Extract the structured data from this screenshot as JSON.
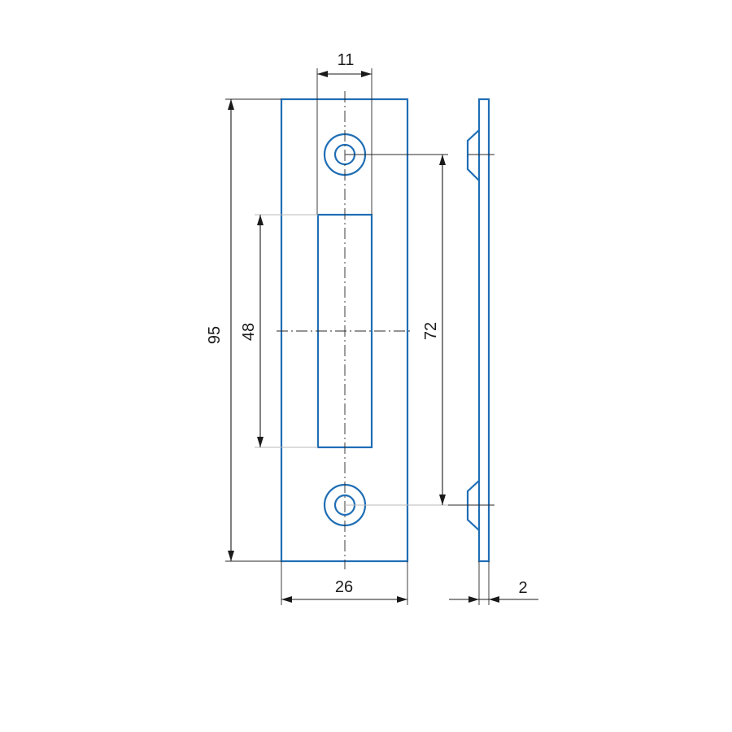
{
  "diagram": {
    "dimensions": {
      "hole_spacing_width": "11",
      "total_height": "95",
      "slot_height": "48",
      "hole_center_distance": "72",
      "plate_width": "26",
      "thickness": "2"
    },
    "colors": {
      "part_outline": "#1f6eb5",
      "dimension_lines": "#1a1a1a"
    }
  }
}
